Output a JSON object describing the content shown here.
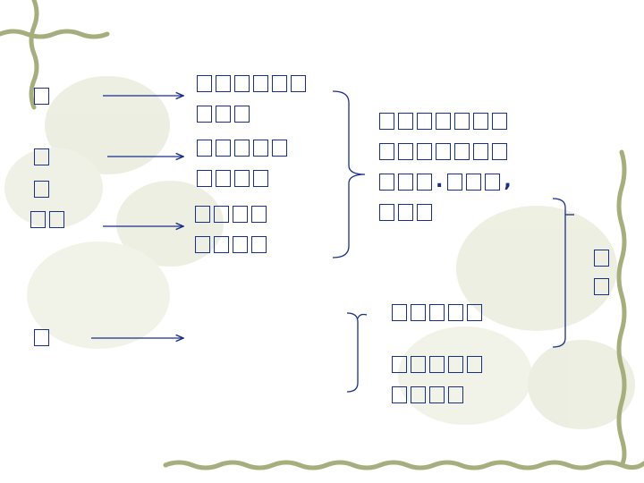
{
  "background": {
    "accent": "#b9c49b",
    "vine": "#a7ae7e"
  },
  "diagram": {
    "left": [
      {
        "id": "l1",
        "boxes": 1
      },
      {
        "id": "l2",
        "boxes": 1
      },
      {
        "id": "l3",
        "boxes": 1
      },
      {
        "id": "l4",
        "boxes": 2
      },
      {
        "id": "l5",
        "boxes": 1
      }
    ],
    "middle": [
      {
        "id": "m1",
        "lines": [
          6,
          3
        ]
      },
      {
        "id": "m2",
        "lines": [
          5,
          4
        ]
      },
      {
        "id": "m3",
        "lines": [
          4,
          4
        ]
      }
    ],
    "right_top": {
      "lines": [
        7,
        7,
        "3.3,",
        3
      ]
    },
    "right_bottom": {
      "lines": [
        [
          5
        ],
        [
          5,
          4
        ]
      ]
    },
    "far_right": {
      "boxes": 2
    },
    "colors": {
      "text": "#1a2f8a",
      "arrow": "#1a2f8a"
    }
  }
}
